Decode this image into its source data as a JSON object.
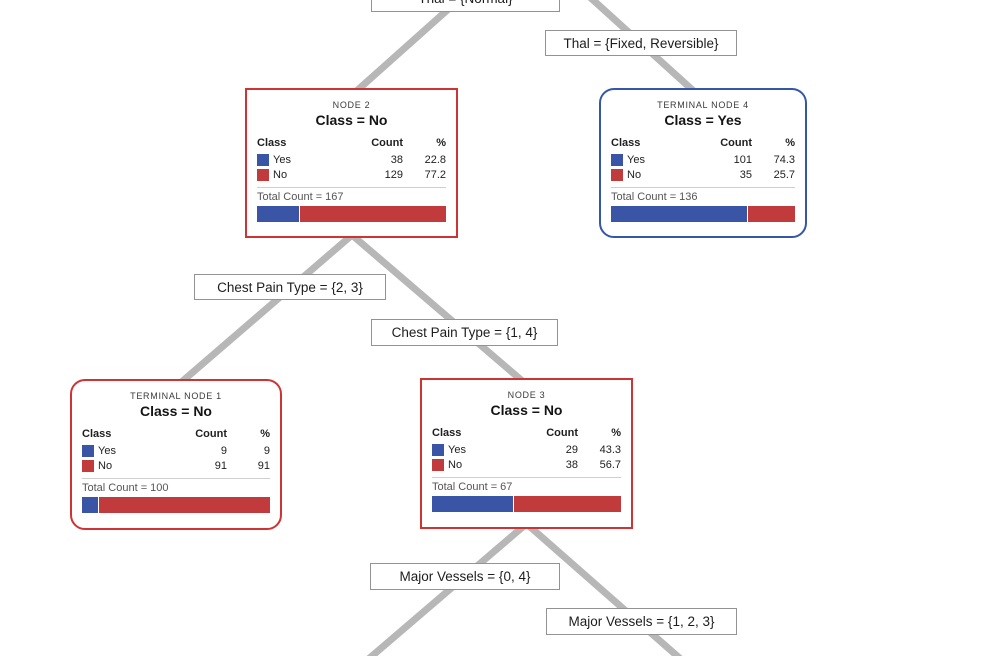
{
  "diagram_type": "decision-tree",
  "palette": {
    "class_yes_blue": "#3b55a6",
    "class_no_red": "#c23b3c",
    "node_border_red": "#ce3434",
    "terminal_border_blue": "#3457a6",
    "edge_line_gray": "#b7b7b7",
    "label_border_gray": "#939393"
  },
  "table_headers": {
    "class": "Class",
    "count": "Count",
    "pct": "%"
  },
  "edge_labels": {
    "thal_normal": {
      "label": "Thal = {Normal}"
    },
    "thal_fixed_reversible": {
      "label": "Thal = {Fixed, Reversible}"
    },
    "chest_pain_2_3": {
      "label": "Chest Pain Type = {2, 3}"
    },
    "chest_pain_1_4": {
      "label": "Chest Pain Type = {1, 4}"
    },
    "major_vessels_0_4": {
      "label": "Major Vessels = {0, 4}"
    },
    "major_vessels_1_2_3": {
      "label": "Major Vessels = {1, 2, 3}"
    }
  },
  "nodes": {
    "node2": {
      "title": "NODE 2",
      "class_label": "Class = No",
      "rows": [
        {
          "label": "Yes",
          "count": "38",
          "pct": "22.8"
        },
        {
          "label": "No",
          "count": "129",
          "pct": "77.2"
        }
      ],
      "total_label": "Total Count = 167",
      "yes_pct": 22.8
    },
    "terminal4": {
      "title": "TERMINAL NODE 4",
      "class_label": "Class = Yes",
      "rows": [
        {
          "label": "Yes",
          "count": "101",
          "pct": "74.3"
        },
        {
          "label": "No",
          "count": "35",
          "pct": "25.7"
        }
      ],
      "total_label": "Total Count = 136",
      "yes_pct": 74.3
    },
    "terminal1": {
      "title": "TERMINAL NODE 1",
      "class_label": "Class = No",
      "rows": [
        {
          "label": "Yes",
          "count": "9",
          "pct": "9"
        },
        {
          "label": "No",
          "count": "91",
          "pct": "91"
        }
      ],
      "total_label": "Total Count = 100",
      "yes_pct": 9
    },
    "node3": {
      "title": "NODE 3",
      "class_label": "Class = No",
      "rows": [
        {
          "label": "Yes",
          "count": "29",
          "pct": "43.3"
        },
        {
          "label": "No",
          "count": "38",
          "pct": "56.7"
        }
      ],
      "total_label": "Total Count = 67",
      "yes_pct": 43.3
    }
  }
}
